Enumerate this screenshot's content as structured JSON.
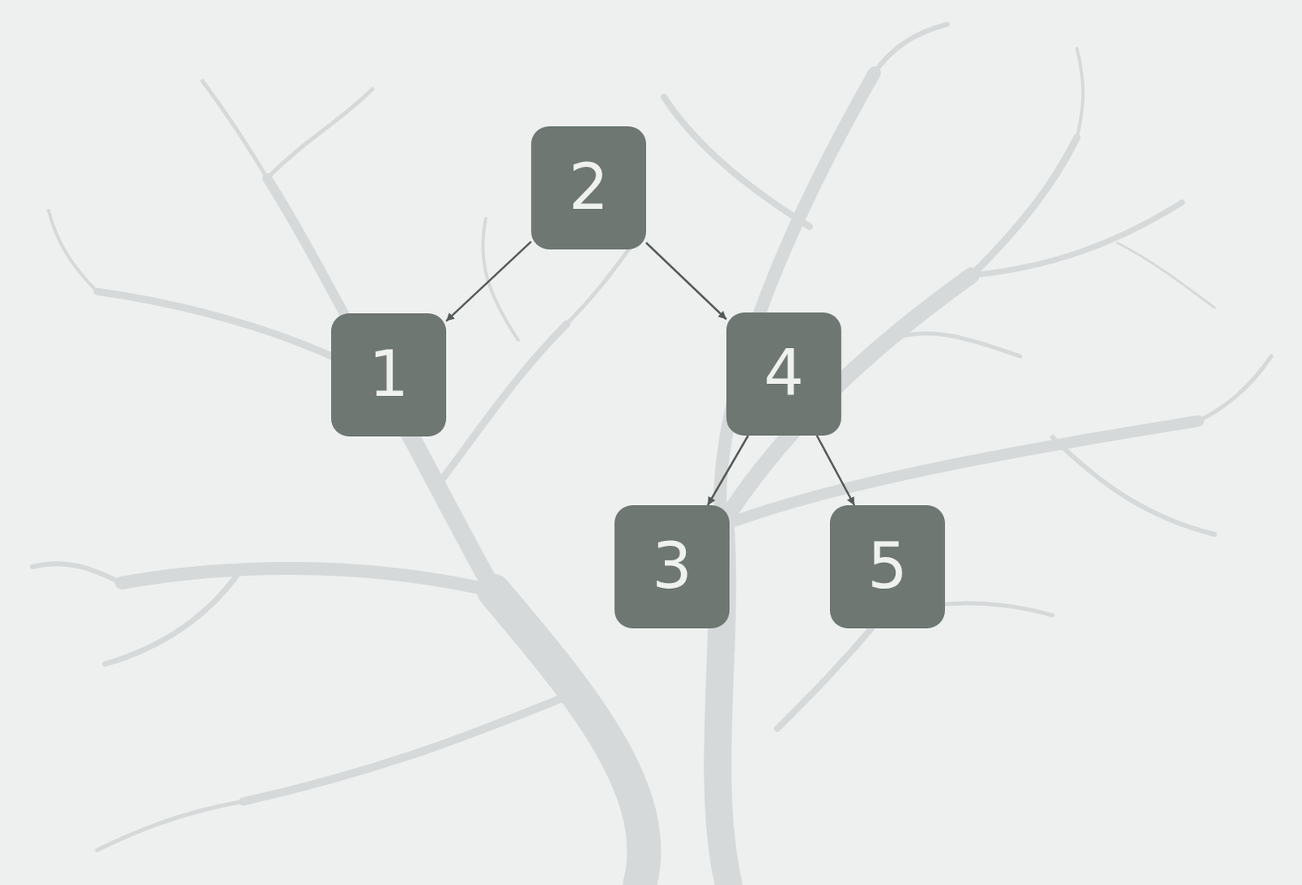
{
  "diagram": {
    "nodes": [
      {
        "text": [
          "2"
        ]
      },
      {
        "text": [
          "1"
        ]
      },
      {
        "text": [
          "4"
        ]
      },
      {
        "text": [
          "3"
        ]
      },
      {
        "text": [
          "5"
        ]
      }
    ],
    "edges": [
      {
        "from": 0,
        "to": 1,
        "arrow": "to"
      },
      {
        "from": 0,
        "to": 2,
        "arrow": "to"
      },
      {
        "from": 2,
        "to": 3,
        "arrow": "to"
      },
      {
        "from": 2,
        "to": 4,
        "arrow": "to"
      }
    ]
  }
}
